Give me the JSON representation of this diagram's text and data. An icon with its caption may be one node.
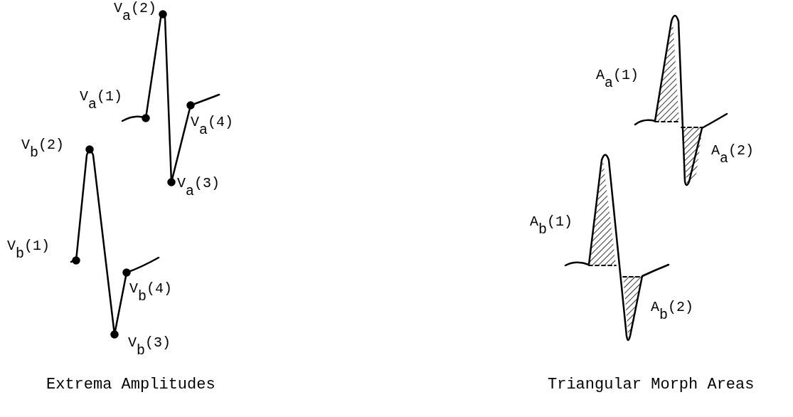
{
  "diagram": {
    "labels": [
      "V$_{a}$(2)",
      "V$_{a}$(1)",
      "V$_{a}$(4)",
      "V$_{b}$(2)",
      "V$_{a}$(3)",
      "A$_{a}$(1)",
      "A$_{a}$(2)",
      "A$_{b}$(1)",
      "V$_{b}$(1)",
      "V$_{b}$(4)",
      "A$_{b}$(2)",
      "V$_{b}$(3)",
      "Extrema Amplitudes",
      "Triangular Morph Areas"
    ]
  }
}
